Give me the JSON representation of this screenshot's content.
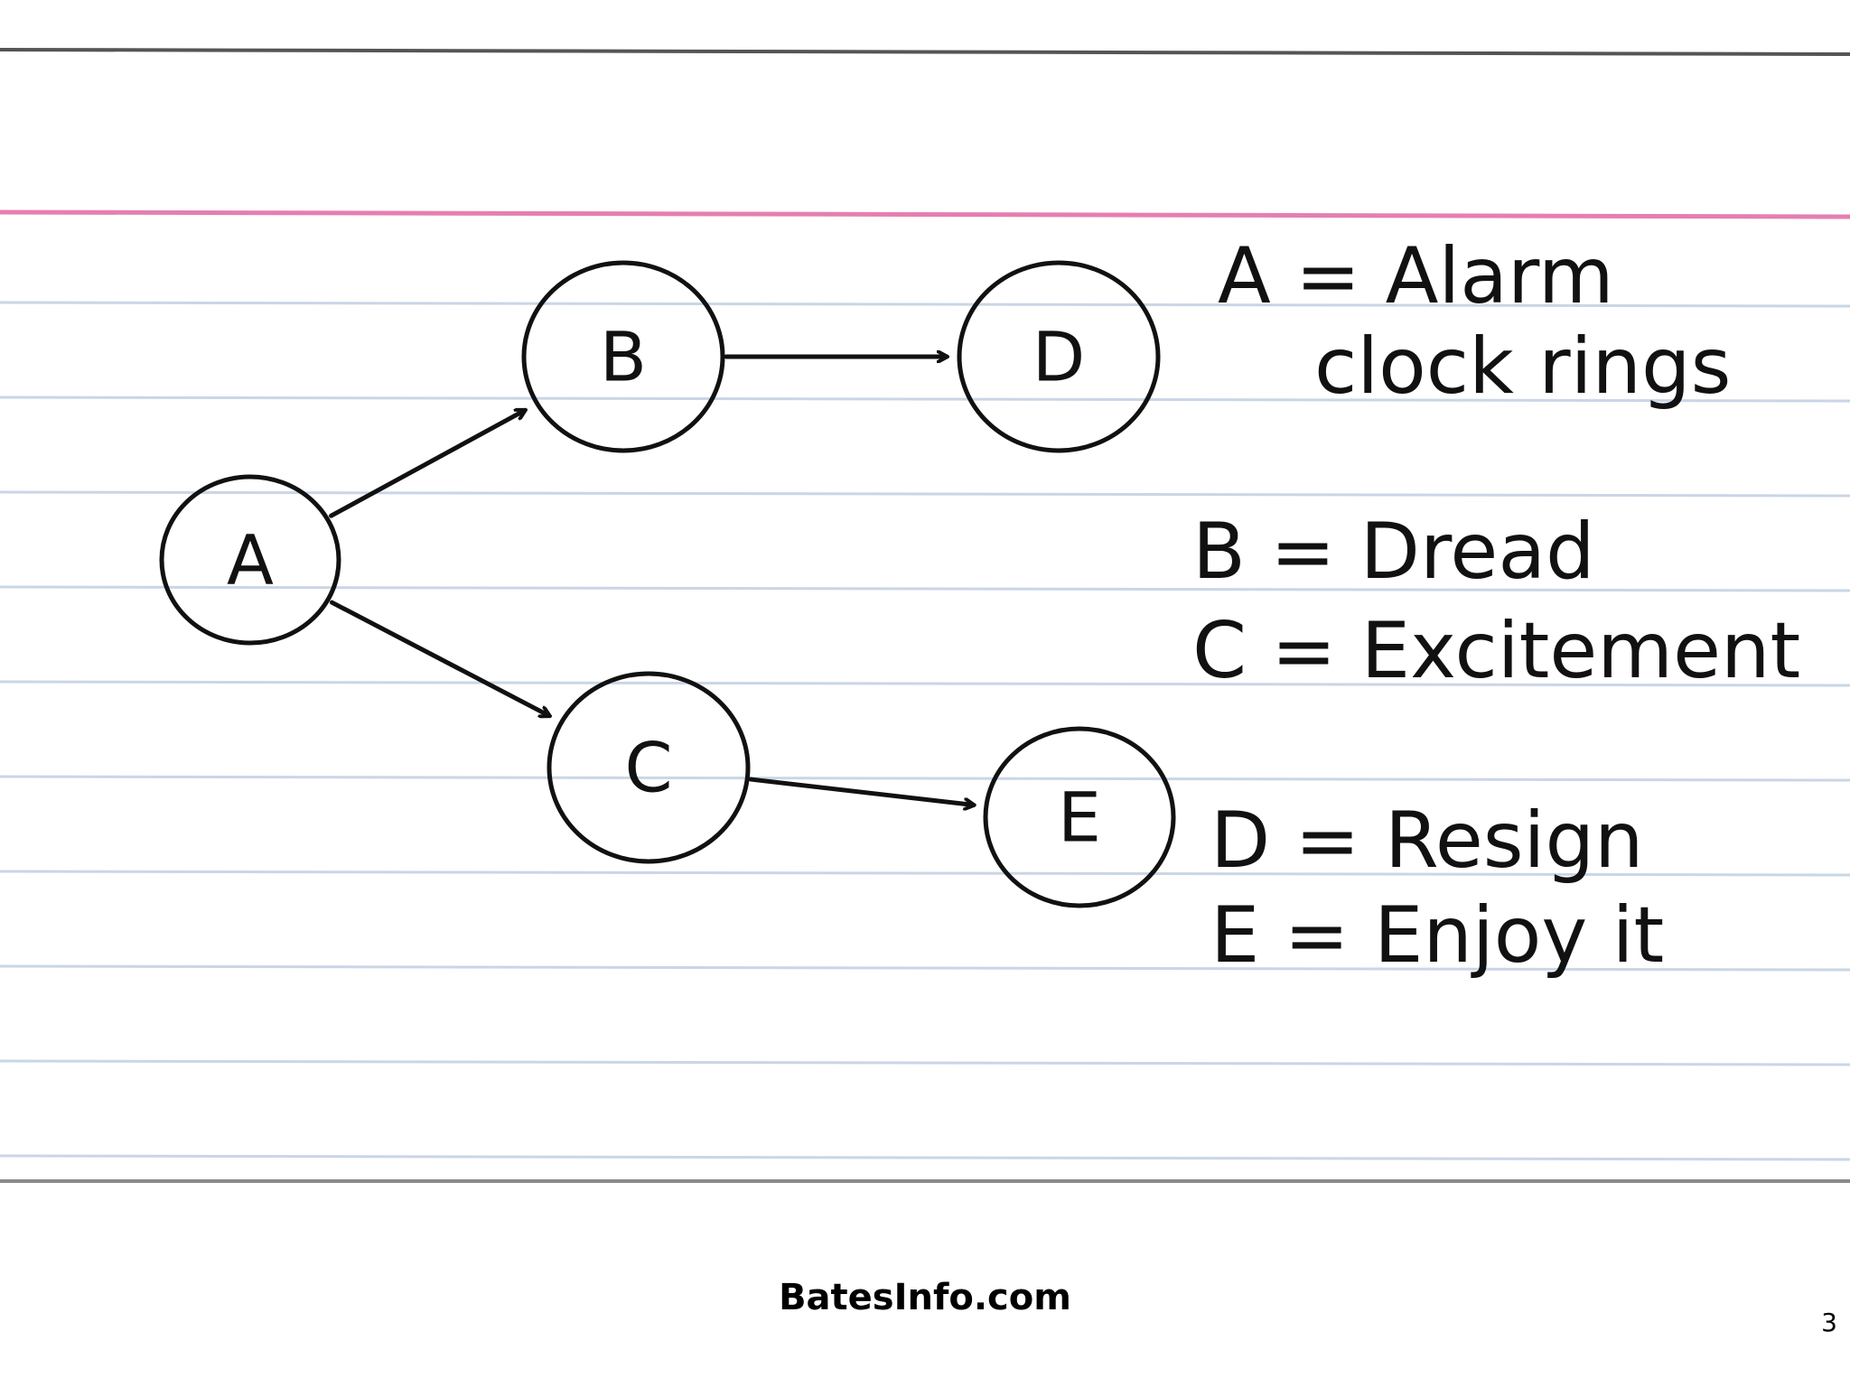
{
  "diagram": {
    "nodes": [
      {
        "id": "A",
        "label": "A"
      },
      {
        "id": "B",
        "label": "B"
      },
      {
        "id": "C",
        "label": "C"
      },
      {
        "id": "D",
        "label": "D"
      },
      {
        "id": "E",
        "label": "E"
      }
    ],
    "edges": [
      {
        "from": "A",
        "to": "B"
      },
      {
        "from": "A",
        "to": "C"
      },
      {
        "from": "B",
        "to": "D"
      },
      {
        "from": "C",
        "to": "E"
      }
    ],
    "legend": [
      {
        "id": "a",
        "lines": [
          "A = Alarm",
          "clock rings"
        ]
      },
      {
        "id": "b",
        "lines": [
          "B = Dread"
        ]
      },
      {
        "id": "c",
        "lines": [
          "C = Excitement"
        ]
      },
      {
        "id": "d",
        "lines": [
          "D = Resign"
        ]
      },
      {
        "id": "e",
        "lines": [
          "E = Enjoy it"
        ]
      }
    ]
  },
  "colors": {
    "paper": "#ffffff",
    "rule_line": "#c9d6e6",
    "margin_line": "#e57fb0",
    "ink": "#111111",
    "border": "#8a8a8a"
  },
  "footer": {
    "source": "BatesInfo.com",
    "slide_number": "3"
  }
}
